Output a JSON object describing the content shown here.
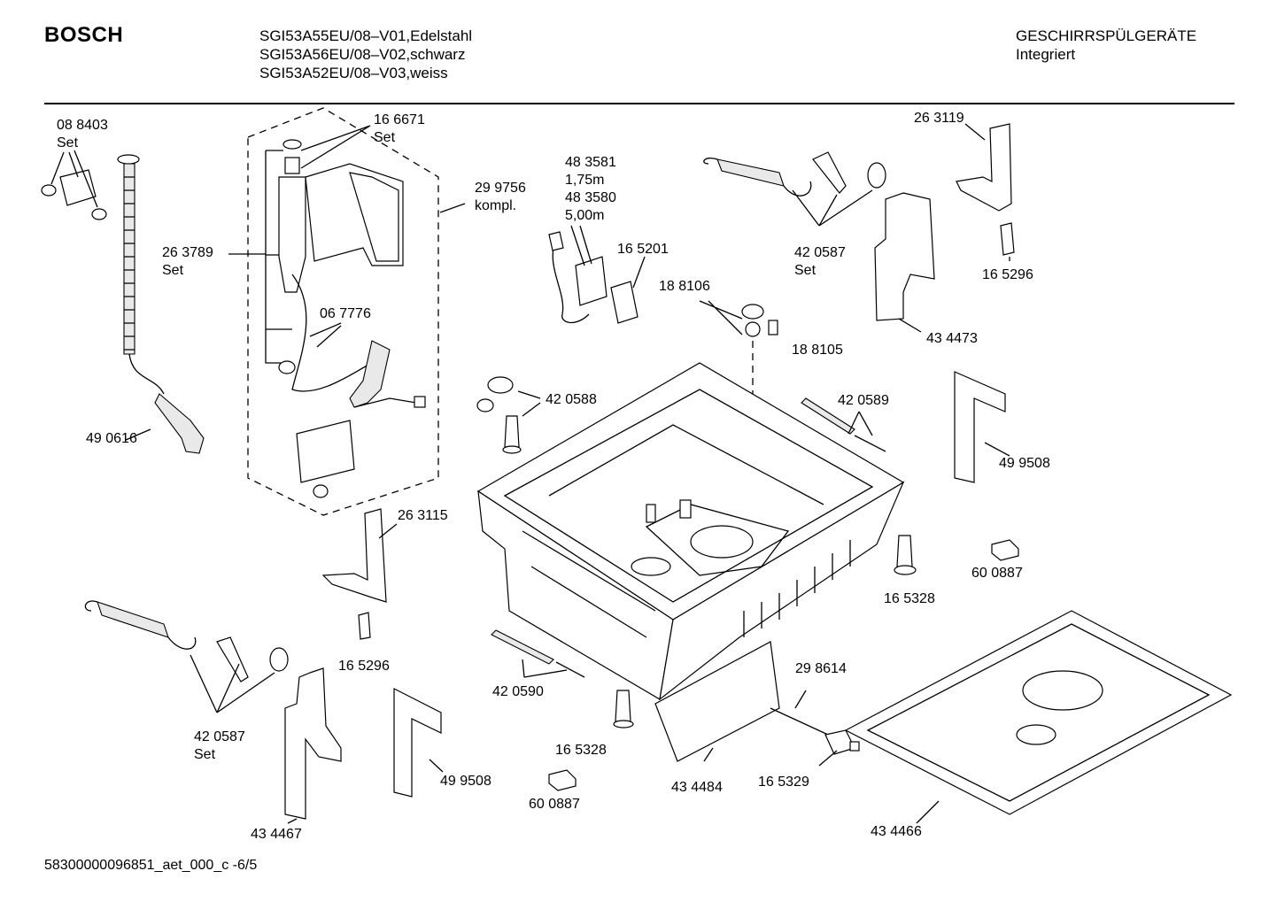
{
  "header": {
    "brand": "BOSCH",
    "models": [
      "SGI53A55EU/08–V01,Edelstahl",
      "SGI53A56EU/08–V02,schwarz",
      "SGI53A52EU/08–V03,weiss"
    ],
    "category": "GESCHIRRSPÜLGERÄTE",
    "subcategory": "Integriert"
  },
  "parts": {
    "p088403": {
      "num": "08 8403",
      "note": "Set"
    },
    "p166671": {
      "num": "16 6671",
      "note": "Set"
    },
    "p299756": {
      "num": "29 9756",
      "note": "kompl."
    },
    "p263789": {
      "num": "26 3789",
      "note": "Set"
    },
    "p067776": {
      "num": "06 7776"
    },
    "p490616": {
      "num": "49 0616"
    },
    "p483581": {
      "num": "48 3581",
      "note": "1,75m"
    },
    "p483580": {
      "num": "48 3580",
      "note": "5,00m"
    },
    "p165201": {
      "num": "16 5201"
    },
    "p188106": {
      "num": "18 8106"
    },
    "p188105": {
      "num": "18 8105"
    },
    "p420587a": {
      "num": "42 0587",
      "note": "Set"
    },
    "p263119": {
      "num": "26 3119"
    },
    "p165296a": {
      "num": "16 5296"
    },
    "p434473": {
      "num": "43 4473"
    },
    "p420588": {
      "num": "42 0588"
    },
    "p420589": {
      "num": "42 0589"
    },
    "p499508a": {
      "num": "49 9508"
    },
    "p263115": {
      "num": "26 3115"
    },
    "p165328a": {
      "num": "16 5328"
    },
    "p600887a": {
      "num": "60 0887"
    },
    "p165296b": {
      "num": "16 5296"
    },
    "p420587b": {
      "num": "42 0587",
      "note": "Set"
    },
    "p420590": {
      "num": "42 0590"
    },
    "p298614": {
      "num": "29 8614"
    },
    "p499508b": {
      "num": "49 9508"
    },
    "p165328b": {
      "num": "16 5328"
    },
    "p600887b": {
      "num": "60 0887"
    },
    "p434484": {
      "num": "43 4484"
    },
    "p165329": {
      "num": "16 5329"
    },
    "p434467": {
      "num": "43 4467"
    },
    "p434466": {
      "num": "43 4466"
    }
  },
  "footer": {
    "doc_id": "58300000096851_aet_000_c",
    "page": "-6/5"
  }
}
